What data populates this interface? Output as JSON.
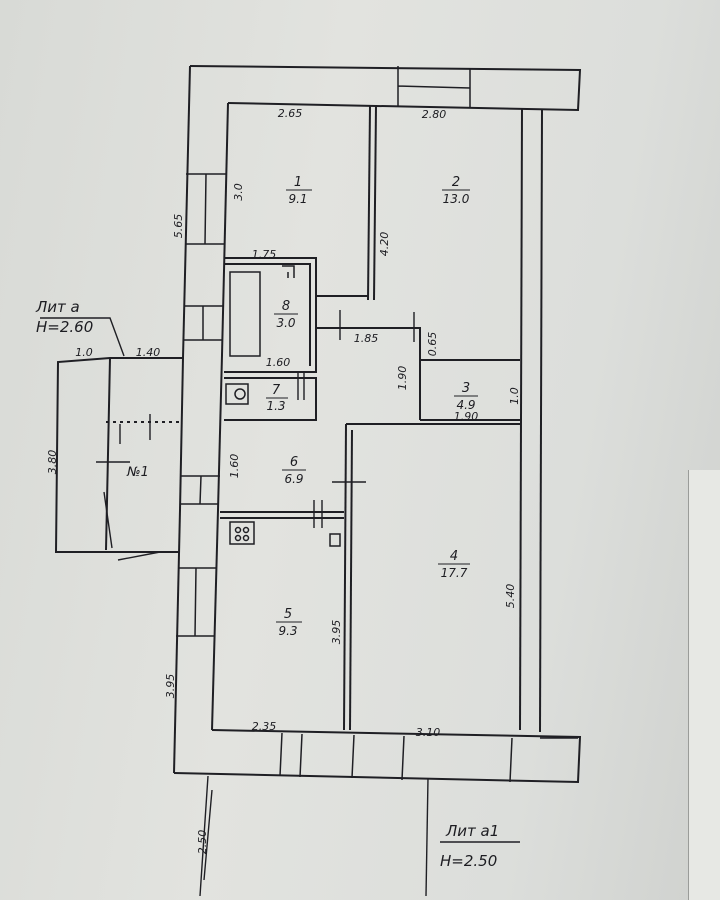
{
  "plan": {
    "rooms": [
      {
        "number": "1",
        "area": "9.1"
      },
      {
        "number": "2",
        "area": "13.0"
      },
      {
        "number": "3",
        "area": "4.9"
      },
      {
        "number": "4",
        "area": "17.7"
      },
      {
        "number": "5",
        "area": "9.3"
      },
      {
        "number": "6",
        "area": "6.9"
      },
      {
        "number": "7",
        "area": "1.3"
      },
      {
        "number": "8",
        "area": "3.0"
      }
    ],
    "porch_room": "№1",
    "dimensions": {
      "top_room1": "2.65",
      "top_room2": "2.80",
      "left_room1": "3.0",
      "outer_left_top": "5.65",
      "room2_height": "4.20",
      "bath_width": "1.75",
      "corridor_width": "1.85",
      "corridor_offset": "0.65",
      "wc_width": "1.60",
      "corridor_height": "1.90",
      "room3_width": "1.90",
      "room3_height": "1.0",
      "hall_height": "1.60",
      "room5_height": "3.95",
      "outer_left_bottom": "3.95",
      "room5_width": "2.35",
      "room4_width": "3.10",
      "room4_height": "5.40",
      "porch_width_a": "1.0",
      "porch_width_b": "1.40",
      "porch_height": "3.80",
      "bottom_ext": "2.50"
    },
    "annex_a": {
      "title": "Лит а",
      "height": "H=2.60"
    },
    "annex_a1": {
      "title": "Лит а1",
      "height": "H=2.50"
    }
  }
}
